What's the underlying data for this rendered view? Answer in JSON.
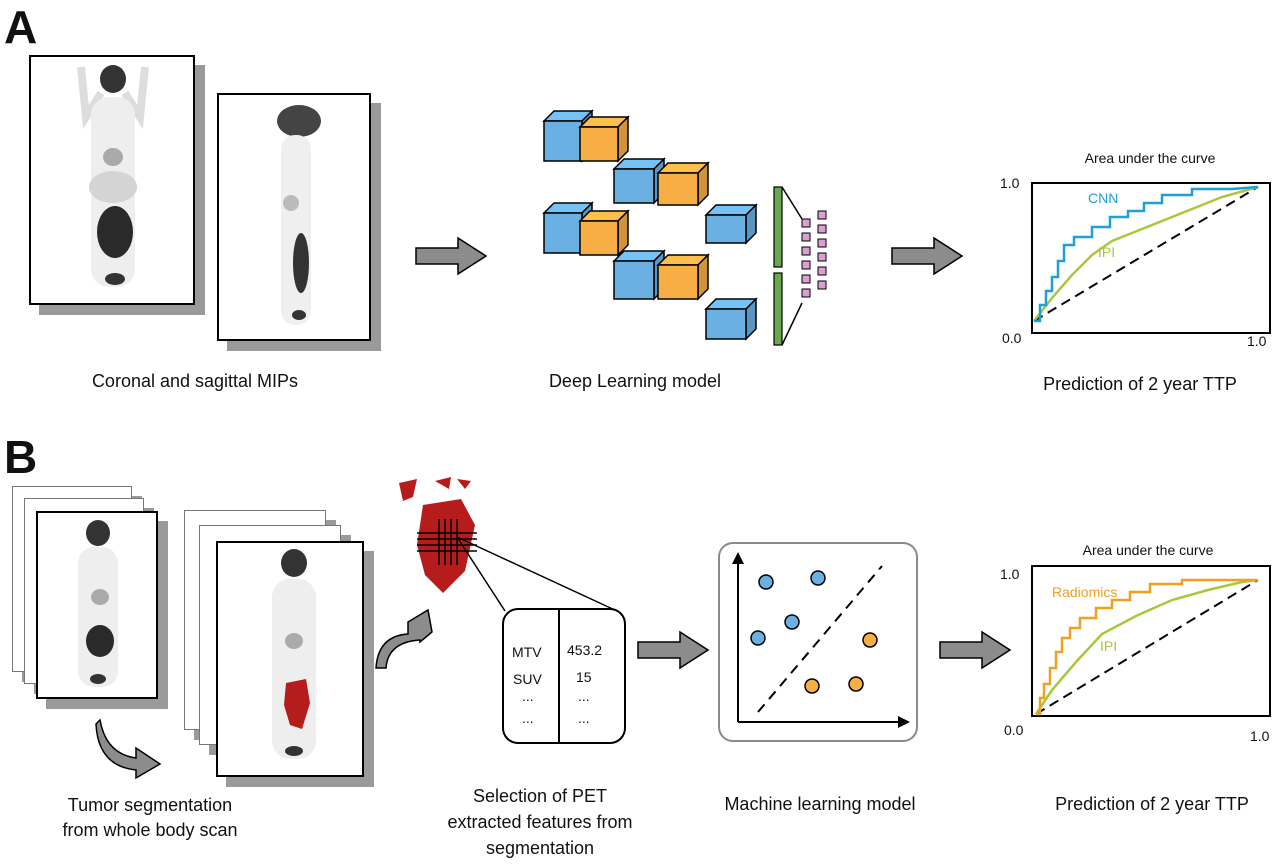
{
  "panel_a": {
    "letter": "A",
    "captions": {
      "mips": "Coronal and sagittal MIPs",
      "dl_model": "Deep Learning model",
      "prediction": "Prediction of 2 year TTP"
    },
    "roc": {
      "title": "Area under the curve",
      "y_top": "1.0",
      "origin": "0.0",
      "x_right": "1.0",
      "series": [
        {
          "name": "CNN",
          "color": "#1e9fd8"
        },
        {
          "name": "IPI",
          "color": "#a8c83c"
        }
      ]
    }
  },
  "panel_b": {
    "letter": "B",
    "captions": {
      "segmentation_line1": "Tumor segmentation",
      "segmentation_line2": "from whole body scan",
      "selection_line1": "Selection of PET",
      "selection_line2": "extracted features from",
      "selection_line3": "segmentation",
      "ml_model": "Machine learning model",
      "prediction": "Prediction of 2 year TTP"
    },
    "feature_table": {
      "rows": [
        {
          "name": "MTV",
          "value": "453.2"
        },
        {
          "name": "SUV",
          "value": "15"
        },
        {
          "name": "...",
          "value": "..."
        },
        {
          "name": "...",
          "value": "..."
        }
      ]
    },
    "roc": {
      "title": "Area under the curve",
      "y_top": "1.0",
      "origin": "0.0",
      "x_right": "1.0",
      "series": [
        {
          "name": "Radiomics",
          "color": "#f0a020"
        },
        {
          "name": "IPI",
          "color": "#a8c83c"
        }
      ]
    }
  },
  "colors": {
    "cube_blue": "#6ab0e2",
    "cube_orange": "#f6ae45",
    "dense_green": "#6aa84f",
    "node_pink": "#d9a0d6",
    "tumor_red": "#b71c1c",
    "arrow_gray": "#8c8c8c"
  }
}
